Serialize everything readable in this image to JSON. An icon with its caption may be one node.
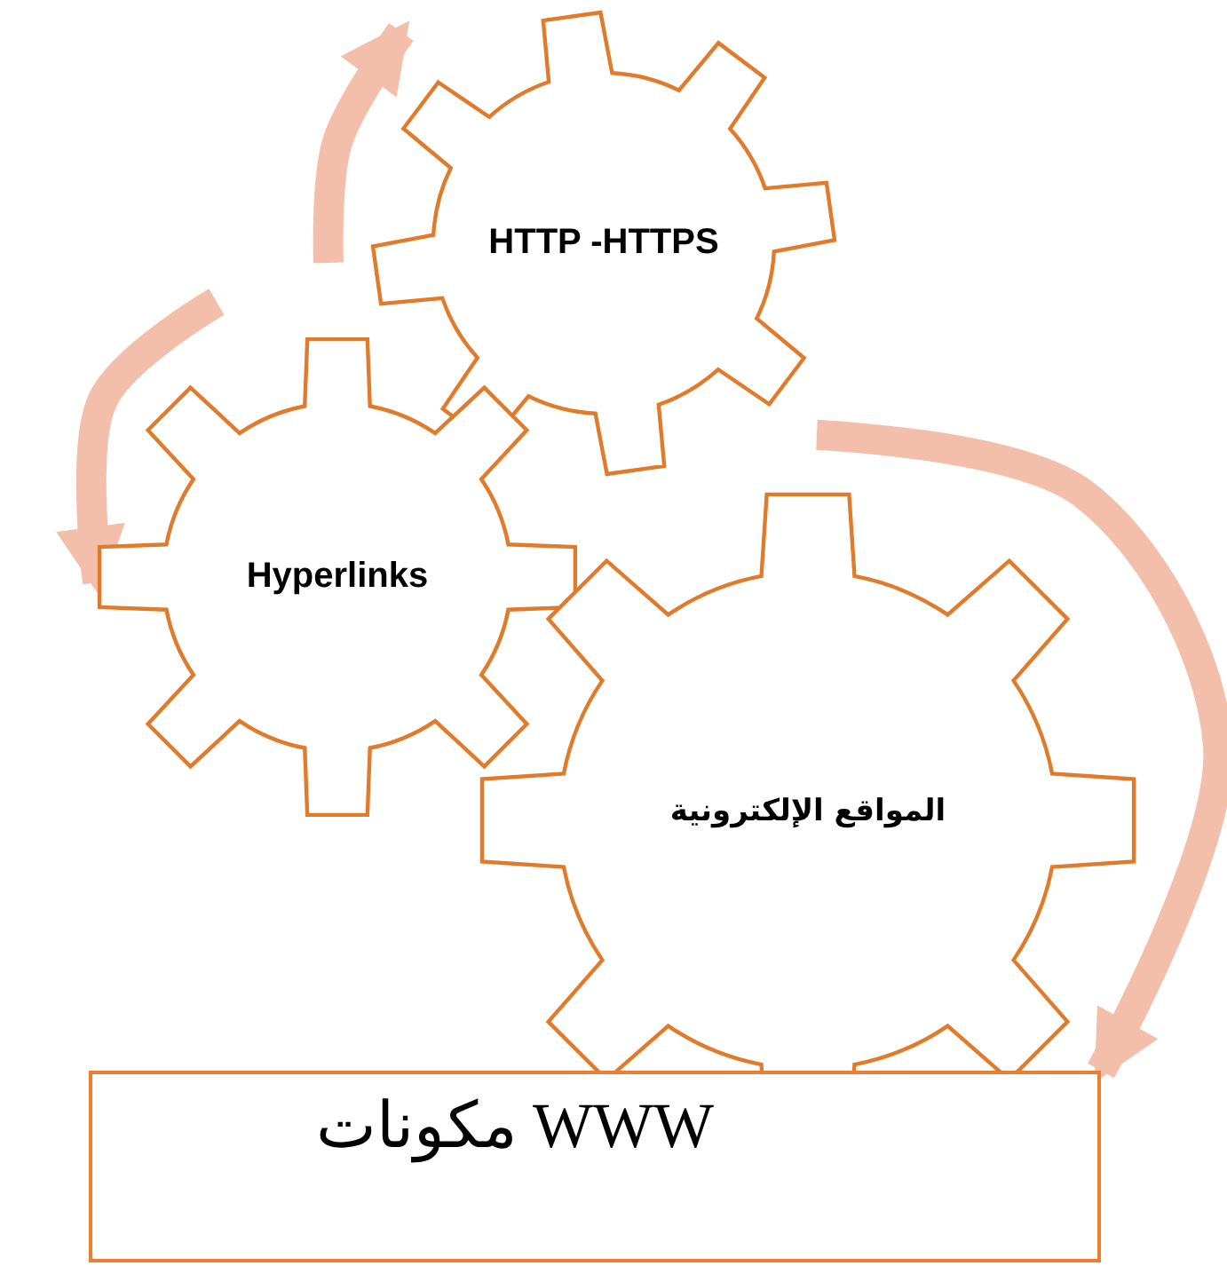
{
  "diagram": {
    "nodes": [
      {
        "text": [
          "HTTP -HTTPS"
        ]
      },
      {
        "text": [
          "Hyperlinks"
        ]
      },
      {
        "text": [
          "المواقع الإلكترونية"
        ]
      },
      {
        "text": [
          "مكونات WWW"
        ]
      }
    ],
    "edges": [
      {
        "from": null,
        "to": 0,
        "arrow": "to"
      },
      {
        "from": null,
        "to": 1,
        "arrow": "to"
      },
      {
        "from": null,
        "to": 3,
        "arrow": "to"
      }
    ]
  }
}
